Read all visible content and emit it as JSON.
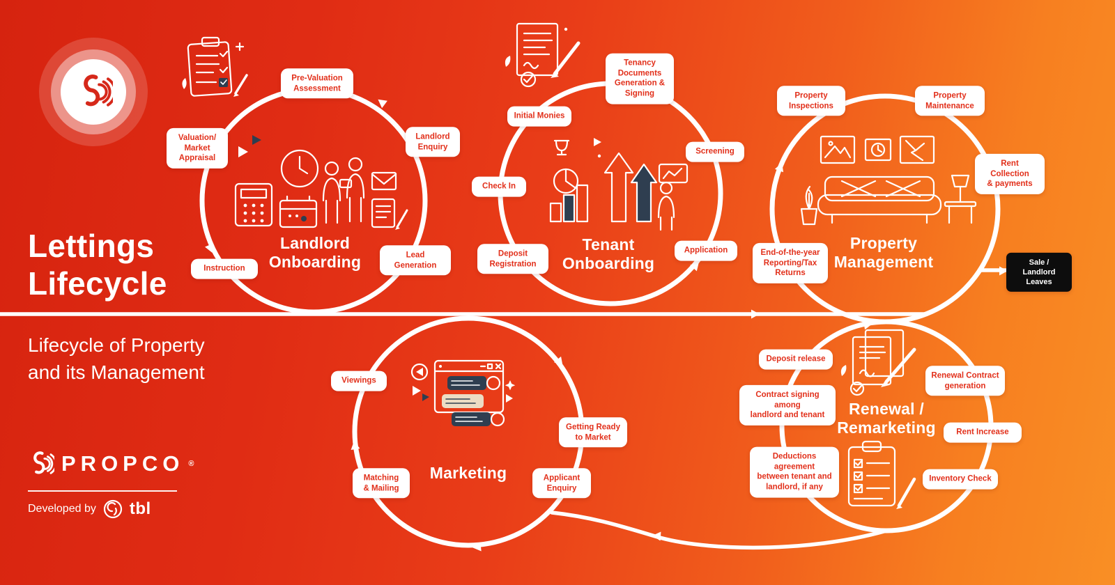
{
  "brand": {
    "title": "Lettings\nLifecycle",
    "subtitle": "Lifecycle of Property\nand its Management",
    "wordmark": "PROPCO",
    "registered": "®",
    "developed_by": "Developed by",
    "partner": "tbl"
  },
  "colors": {
    "background_red": "#d6230f",
    "background_orange": "#f98f25",
    "pill_background": "#ffffff",
    "pill_text": "#e2301b",
    "exit_badge_background": "#0d0d0d",
    "exit_badge_text": "#ffffff",
    "flow_line": "#ffffff",
    "accent_navy": "#2f3e50",
    "accent_beige": "#ecdcc4",
    "logo_red": "#d6281a"
  },
  "icons": [
    "propco-swirl-icon",
    "checklist-clipboard-icon",
    "signed-agreement-icon",
    "landlord-meeting-icon",
    "tenant-growth-icon",
    "living-room-icon",
    "marketing-browser-icon",
    "renewal-contract-icon",
    "inventory-clipboard-icon",
    "tbl-circle-icon"
  ],
  "stages": [
    {
      "title": "Landlord\nOnboarding",
      "labels": [
        "Pre-Valuation\nAssessment",
        "Valuation/\nMarket\nAppraisal",
        "Landlord\nEnquiry",
        "Instruction",
        "Lead Generation"
      ]
    },
    {
      "title": "Tenant\nOnboarding",
      "labels": [
        "Tenancy\nDocuments\nGeneration &\nSigning",
        "Initial Monies",
        "Screening",
        "Check In",
        "Deposit\nRegistration",
        "Application"
      ]
    },
    {
      "title": "Property\nManagement",
      "labels": [
        "Property\nInspections",
        "Property\nMaintenance",
        "Rent Collection\n& payments",
        "End-of-the-year\nReporting/Tax\nReturns"
      ]
    },
    {
      "title": "Marketing",
      "labels": [
        "Viewings",
        "Getting Ready\nto Market",
        "Matching\n& Mailing",
        "Applicant\nEnquiry"
      ]
    },
    {
      "title": "Renewal /\nRemarketing",
      "labels": [
        "Deposit release",
        "Renewal Contract\ngeneration",
        "Contract signing among\nlandlord and tenant",
        "Rent Increase",
        "Deductions agreement\nbetween tenant and\nlandlord, if any",
        "Inventory Check"
      ]
    }
  ],
  "exit_badge": "Sale / Landlord\nLeaves"
}
